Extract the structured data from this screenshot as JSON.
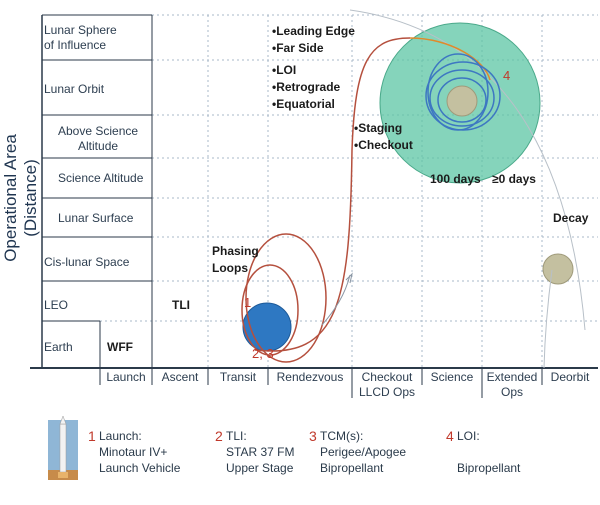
{
  "y_axis_title": "Operational Area (Distance)",
  "rows": [
    {
      "label": [
        "Lunar Sphere",
        "of Influence"
      ]
    },
    {
      "label": [
        "Lunar Orbit"
      ]
    },
    {
      "label": [
        "Above Science",
        "Altitude"
      ]
    },
    {
      "label": [
        "Science Altitude"
      ]
    },
    {
      "label": [
        "Lunar Surface"
      ]
    },
    {
      "label": [
        "Cis-lunar Space"
      ]
    },
    {
      "label": [
        "LEO"
      ]
    },
    {
      "label": [
        "Earth"
      ]
    }
  ],
  "columns": [
    {
      "label": [
        "Launch"
      ]
    },
    {
      "label": [
        "Ascent"
      ]
    },
    {
      "label": [
        "Transit"
      ]
    },
    {
      "label": [
        "Rendezvous"
      ]
    },
    {
      "label": [
        "Checkout",
        "LLCD Ops"
      ]
    },
    {
      "label": [
        "Science"
      ]
    },
    {
      "label": [
        "Extended",
        "Ops"
      ]
    },
    {
      "label": [
        "Deorbit"
      ]
    }
  ],
  "annotations": {
    "wff": "WFF",
    "tli": "TLI",
    "phasing": [
      "Phasing",
      "Loops"
    ],
    "leading": [
      "•Leading Edge",
      "•Far Side"
    ],
    "loi": [
      "•LOI",
      "•Retrograde",
      "•Equatorial"
    ],
    "staging": [
      "•Staging",
      "•Checkout"
    ],
    "days100": "100 days",
    "days0": "≥0 days",
    "decay": "Decay",
    "marker1": "1",
    "marker23": "2, 3",
    "marker4": "4"
  },
  "legend": [
    {
      "num": "1",
      "lines": [
        "Launch:",
        "Minotaur IV+",
        "Launch Vehicle"
      ]
    },
    {
      "num": "2",
      "lines": [
        "TLI:",
        "STAR 37 FM",
        "Upper Stage"
      ]
    },
    {
      "num": "3",
      "lines": [
        "TCM(s):",
        "Perigee/Apogee",
        "Bipropellant"
      ]
    },
    {
      "num": "4",
      "lines": [
        "LOI:",
        "",
        "Bipropellant"
      ]
    }
  ],
  "colors": {
    "earth": "#2e78c2",
    "moon_sphere": "#5cc6a4",
    "moon": "#c4c0a0",
    "trajectory": "#b5503e",
    "orbit": "#3d77c2",
    "marker": "#c0392b"
  }
}
